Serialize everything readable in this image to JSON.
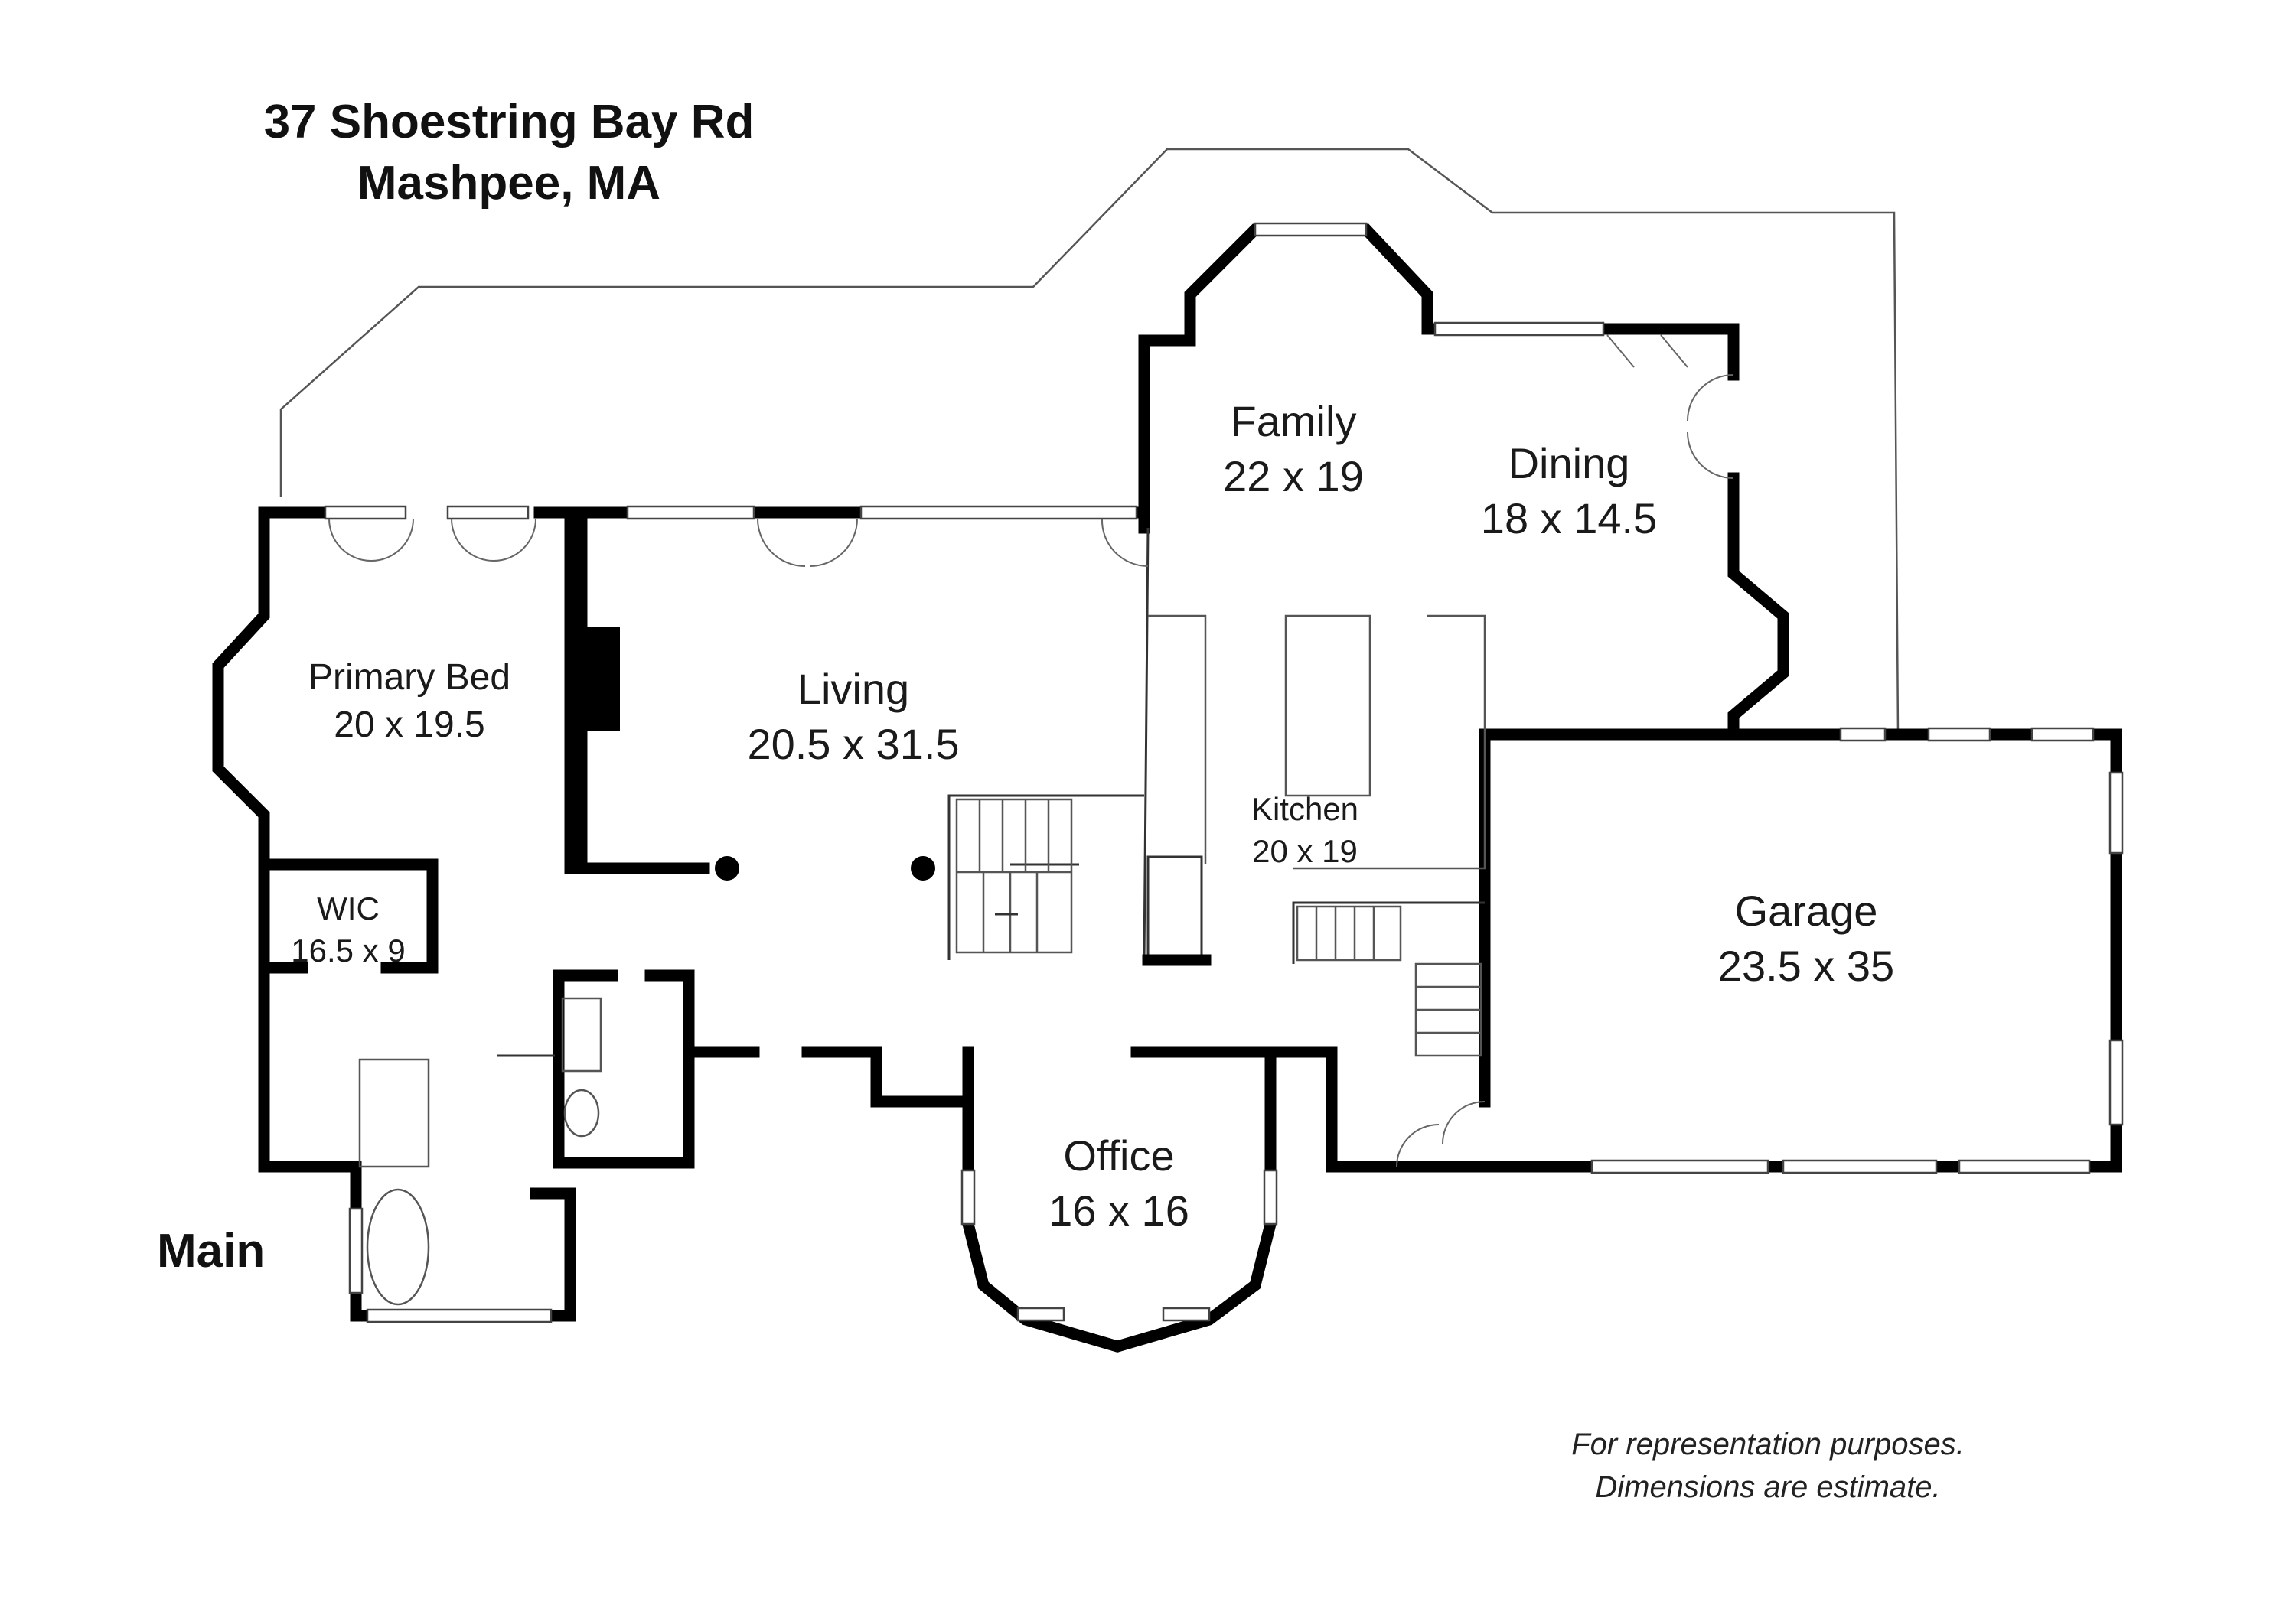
{
  "address": {
    "line1": "37 Shoestring Bay Rd",
    "line2": "Mashpee, MA"
  },
  "level_label": "Main",
  "rooms": {
    "family": {
      "name": "Family",
      "dims": "22 x 19"
    },
    "dining": {
      "name": "Dining",
      "dims": "18 x 14.5"
    },
    "primary_bed": {
      "name": "Primary Bed",
      "dims": "20 x 19.5"
    },
    "living": {
      "name": "Living",
      "dims": "20.5 x 31.5"
    },
    "kitchen": {
      "name": "Kitchen",
      "dims": "20 x 19"
    },
    "garage": {
      "name": "Garage",
      "dims": "23.5 x 35"
    },
    "wic": {
      "name": "WIC",
      "dims": "16.5 x 9"
    },
    "office": {
      "name": "Office",
      "dims": "16 x 16"
    }
  },
  "disclaimer": {
    "line1": "For representation purposes.",
    "line2": "Dimensions are estimate."
  }
}
